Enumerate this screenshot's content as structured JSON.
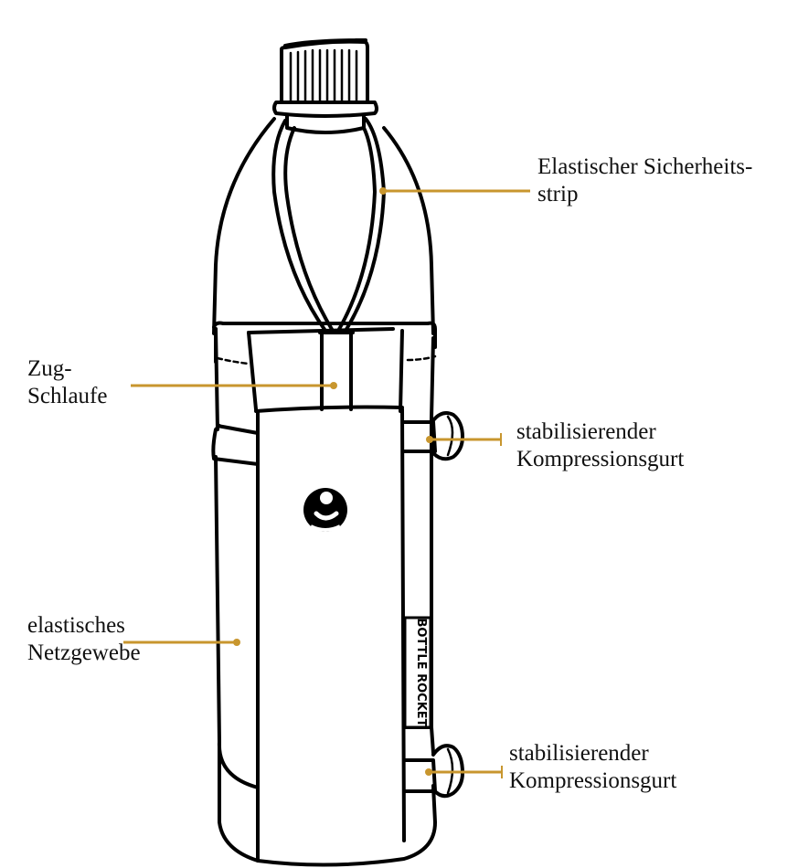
{
  "diagram": {
    "subject": "Bottle Rocket water bottle holder on bottle",
    "brand_text": "BOTTLE ROCKET",
    "logo": "g-logo-icon",
    "leader_color": "#C8962E",
    "labels": [
      {
        "id": "elastic-strip",
        "lines": [
          "Elastischer Sicherheits-",
          "strip"
        ]
      },
      {
        "id": "pull-loop",
        "lines": [
          "Zug-",
          "Schlaufe"
        ]
      },
      {
        "id": "compression-strap-top",
        "lines": [
          "stabilisierender",
          "Kompressionsgurt"
        ]
      },
      {
        "id": "elastic-mesh",
        "lines": [
          "elastisches",
          "Netzgewebe"
        ]
      },
      {
        "id": "compression-strap-bottom",
        "lines": [
          "stabilisierender",
          "Kompressionsgurt"
        ]
      }
    ]
  }
}
